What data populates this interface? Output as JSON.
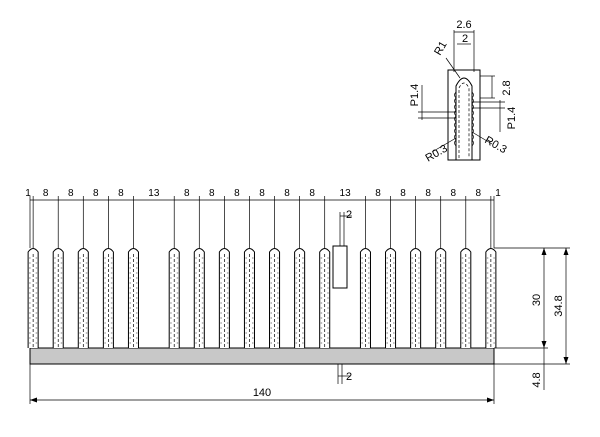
{
  "dimensions": {
    "pitch_labels": [
      "1",
      "8",
      "8",
      "8",
      "8",
      "13",
      "8",
      "8",
      "8",
      "8",
      "8",
      "8",
      "13",
      "8",
      "8",
      "8",
      "8",
      "8",
      "1"
    ],
    "fin_width_top": "2",
    "fin_width_bottom": "2",
    "overall_width": "140",
    "fin_height": "30",
    "total_height": "34.8",
    "base_thickness": "4.8"
  },
  "detail": {
    "width_outer": "2.6",
    "width_inner": "2",
    "radius_top": "R1",
    "pitch_left": "P1.4",
    "pitch_right": "P1.4",
    "depth": "2.8",
    "radius_left": "R0.3",
    "radius_right": "R0.3"
  },
  "colors": {
    "base_fill": "#c8c8c8",
    "fin_fill": "#ffffff",
    "line": "#000000"
  }
}
